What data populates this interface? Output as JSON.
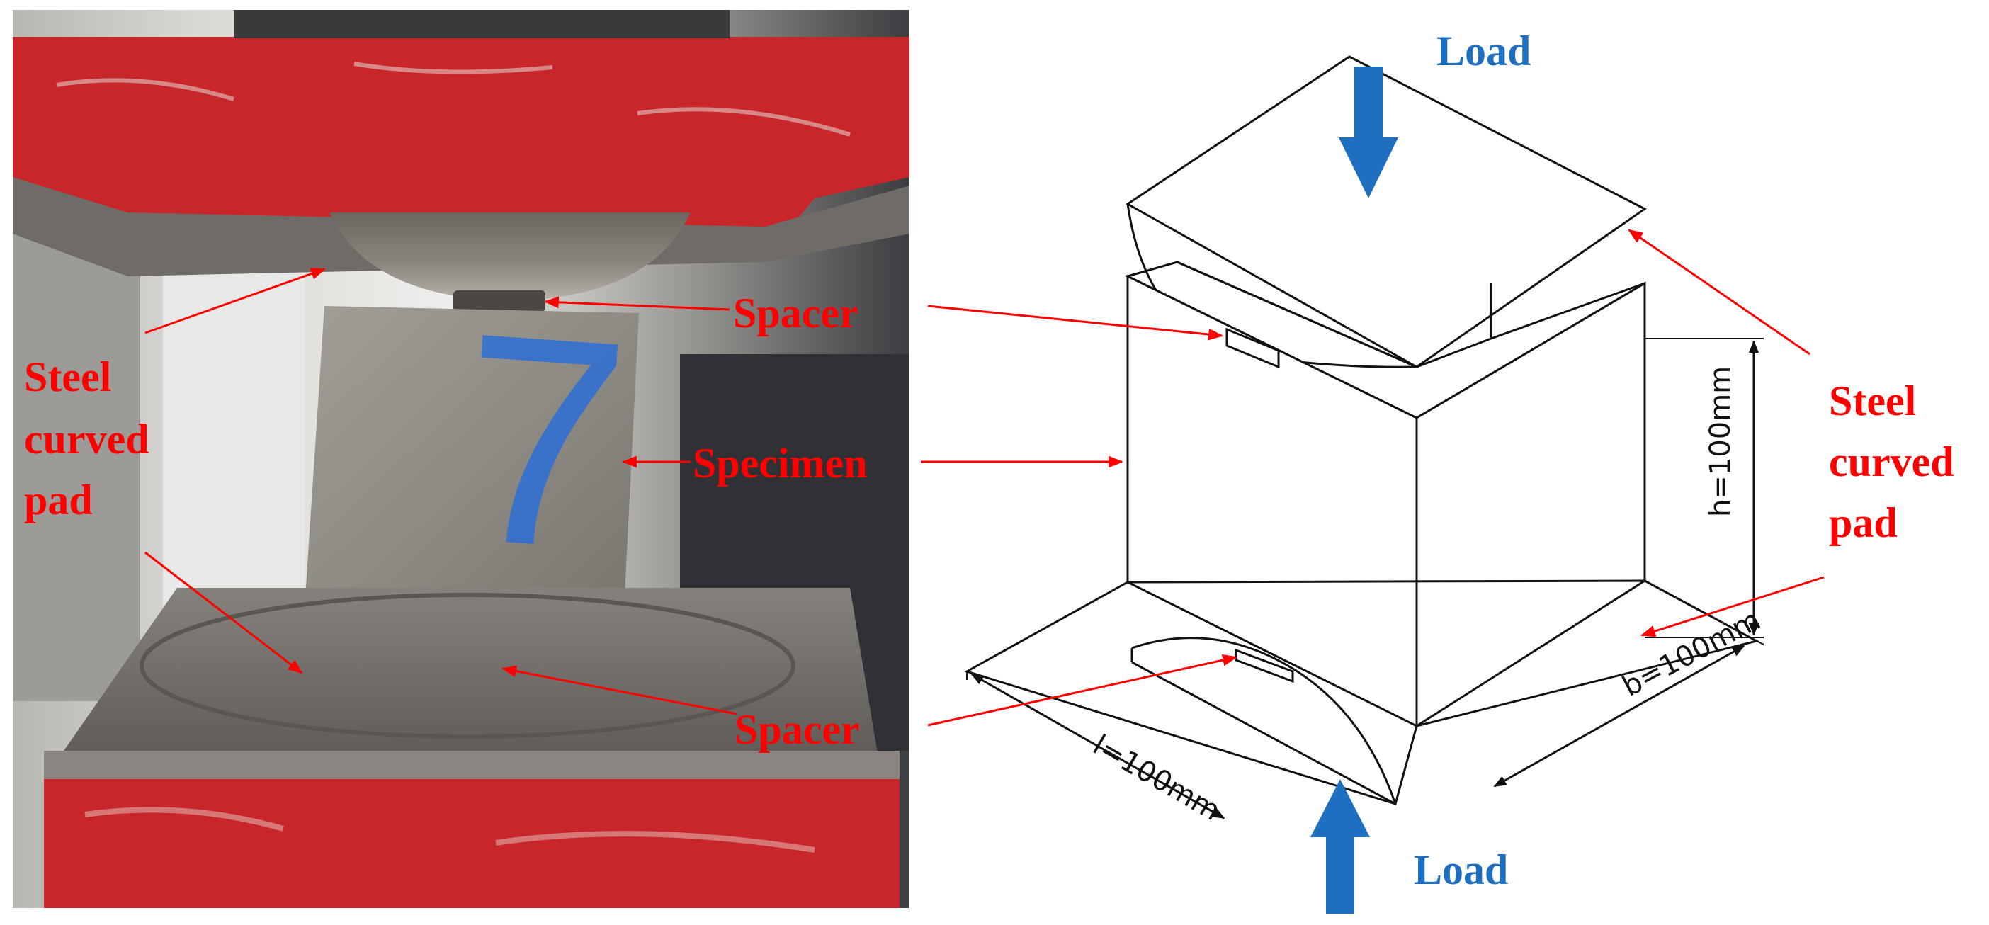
{
  "labels": {
    "spacer_top": "Spacer",
    "spacer_bottom": "Spacer",
    "specimen": "Specimen",
    "load_top": "Load",
    "load_bottom": "Load",
    "pad_left": [
      "Steel",
      "curved",
      "pad"
    ],
    "pad_right": [
      "Steel",
      "curved",
      "pad"
    ],
    "specimen_number": "7"
  },
  "dimensions": {
    "height": "h=100mm",
    "breadth": "b=100mm",
    "length": "l=100mm"
  },
  "colors": {
    "annotation_red": "#ff0000",
    "load_blue": "#1f6fc1",
    "machine_red": "#c9262b",
    "concrete_gray": "#8c8a85",
    "steel_gray": "#6e6a66"
  }
}
